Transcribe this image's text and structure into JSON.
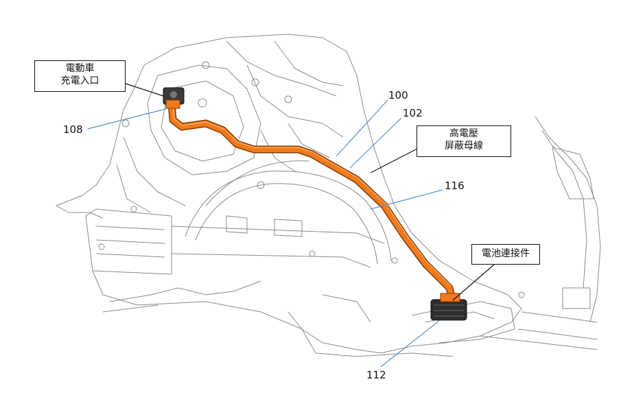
{
  "colors": {
    "busbar": "#f07a1c",
    "busbar_outline": "#8a3a00",
    "leader_blue": "#5a8fc4",
    "leader_black": "#111111",
    "structure_line": "#8a8a8a",
    "connector": "#2e2e2e"
  },
  "labels": {
    "charge_inlet": [
      "電動車",
      "充電入口"
    ],
    "hv_busbar": [
      "高電壓",
      "屏蔽母線"
    ],
    "battery_connector": "電池連接件"
  },
  "reference_numbers": {
    "n100": "100",
    "n102": "102",
    "n108": "108",
    "n116": "116",
    "n112": "112"
  }
}
